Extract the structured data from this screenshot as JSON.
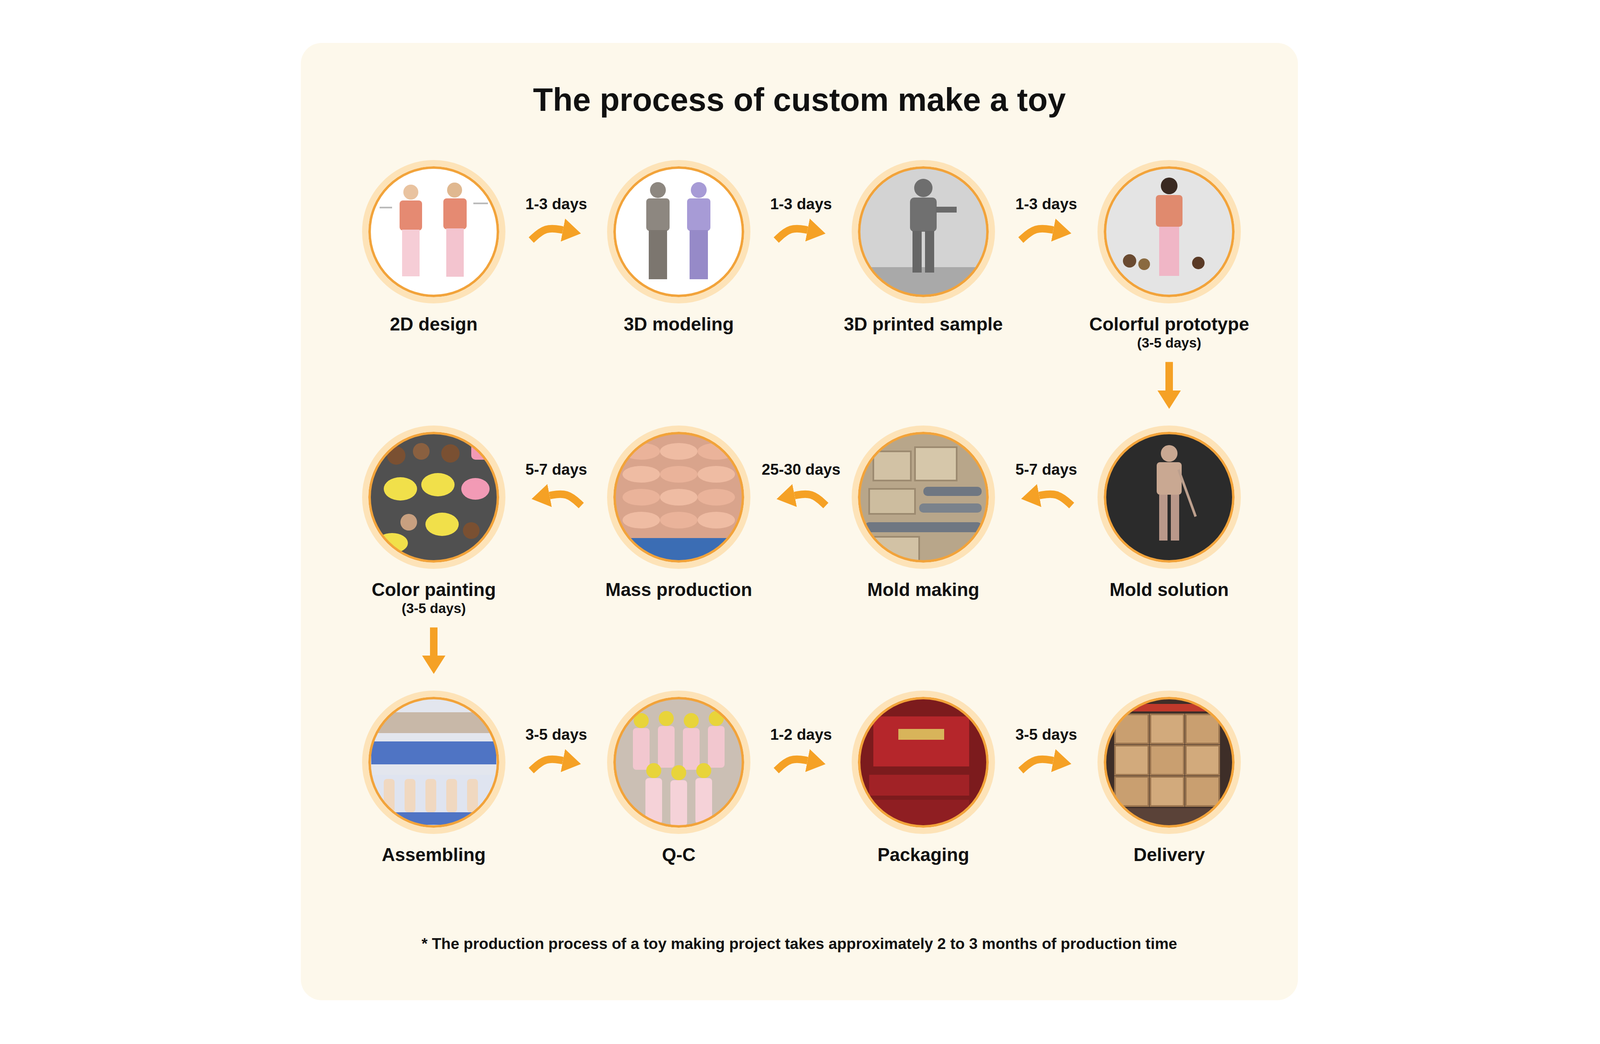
{
  "diagram": {
    "title": "The process of custom make a toy",
    "caption": "* The production process of a toy making project takes approximately 2 to 3 months of production time",
    "nodes": [
      {
        "text": [
          "2D design"
        ]
      },
      {
        "text": [
          "3D modeling"
        ]
      },
      {
        "text": [
          "3D printed sample"
        ]
      },
      {
        "text": [
          "Colorful prototype",
          "(3-5 days)"
        ]
      },
      {
        "text": [
          "Mold solution"
        ]
      },
      {
        "text": [
          "Mold making"
        ]
      },
      {
        "text": [
          "Mass production"
        ]
      },
      {
        "text": [
          "Color painting",
          "(3-5 days)"
        ]
      },
      {
        "text": [
          "Assembling"
        ]
      },
      {
        "text": [
          "Q-C"
        ]
      },
      {
        "text": [
          "Packaging"
        ]
      },
      {
        "text": [
          "Delivery"
        ]
      }
    ],
    "edges": [
      {
        "from": 0,
        "to": 1,
        "arrow": "to",
        "label": "1-3 days"
      },
      {
        "from": 1,
        "to": 2,
        "arrow": "to",
        "label": "1-3 days"
      },
      {
        "from": 2,
        "to": 3,
        "arrow": "to",
        "label": "1-3 days"
      },
      {
        "from": 3,
        "to": 4,
        "arrow": "to"
      },
      {
        "from": 4,
        "to": 5,
        "arrow": "to",
        "label": "5-7 days"
      },
      {
        "from": 5,
        "to": 6,
        "arrow": "to",
        "label": "25-30 days"
      },
      {
        "from": 6,
        "to": 7,
        "arrow": "to",
        "label": "5-7 days"
      },
      {
        "from": 7,
        "to": 8,
        "arrow": "to"
      },
      {
        "from": 8,
        "to": 9,
        "arrow": "to",
        "label": "3-5 days"
      },
      {
        "from": 9,
        "to": 10,
        "arrow": "to",
        "label": "1-2 days"
      },
      {
        "from": 10,
        "to": 11,
        "arrow": "to",
        "label": "3-5 days"
      }
    ]
  }
}
